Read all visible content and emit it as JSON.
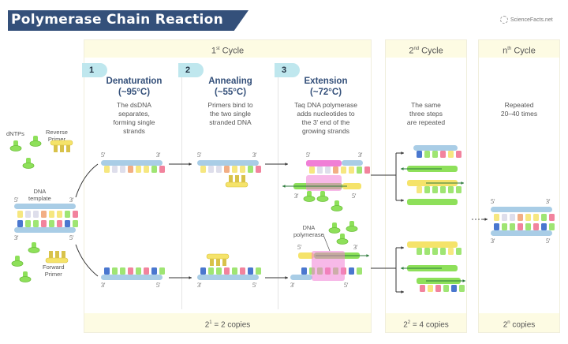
{
  "header": {
    "title": "Polymerase Chain Reaction",
    "logo": "ScienceFacts.net"
  },
  "colors": {
    "banner": "#34507a",
    "panel_bg": "#fdfbe3",
    "badge": "#bfe7ee",
    "backbone": "#a9cde6",
    "polymerase": "#f07fd6",
    "dntp": "#8ee05a",
    "primer": "#f5e36a"
  },
  "cycles": [
    {
      "label_base": "1",
      "label_sup": "st",
      "label_rest": " Cycle",
      "footer_base": "2",
      "footer_sup": "1",
      "footer_rest": " = 2 copies"
    },
    {
      "label_base": "2",
      "label_sup": "nd",
      "label_rest": " Cycle",
      "footer_base": "2",
      "footer_sup": "2",
      "footer_rest": " = 4 copies",
      "description": [
        "The same",
        "three steps",
        "are repeated"
      ]
    },
    {
      "label_base": "n",
      "label_sup": "th",
      "label_rest": " Cycle",
      "footer_base": "2",
      "footer_sup": "n",
      "footer_rest": " copies",
      "description": [
        "Repeated",
        "20–40 times"
      ]
    }
  ],
  "steps": [
    {
      "number": "1",
      "title": "Denaturation",
      "temp": "(~95°C)",
      "description": [
        "The dsDNA",
        "separates,",
        "forming single",
        "strands"
      ]
    },
    {
      "number": "2",
      "title": "Annealing",
      "temp": "(~55°C)",
      "description": [
        "Primers bind to",
        "the two single",
        "stranded DNA"
      ]
    },
    {
      "number": "3",
      "title": "Extension",
      "temp": "(~72°C)",
      "description": [
        "Taq DNA polymerase",
        "adds nucleotides to",
        "the 3' end of the",
        "growing strands"
      ]
    }
  ],
  "labels": {
    "dntps": "dNTPs",
    "reverse_primer": [
      "Reverse",
      "Primer"
    ],
    "dna_template": [
      "DNA",
      "template"
    ],
    "forward_primer": [
      "Forward",
      "Primer"
    ],
    "dna_polymerase": [
      "DNA",
      "polymerase"
    ],
    "five_prime": "5'",
    "three_prime": "3'"
  }
}
